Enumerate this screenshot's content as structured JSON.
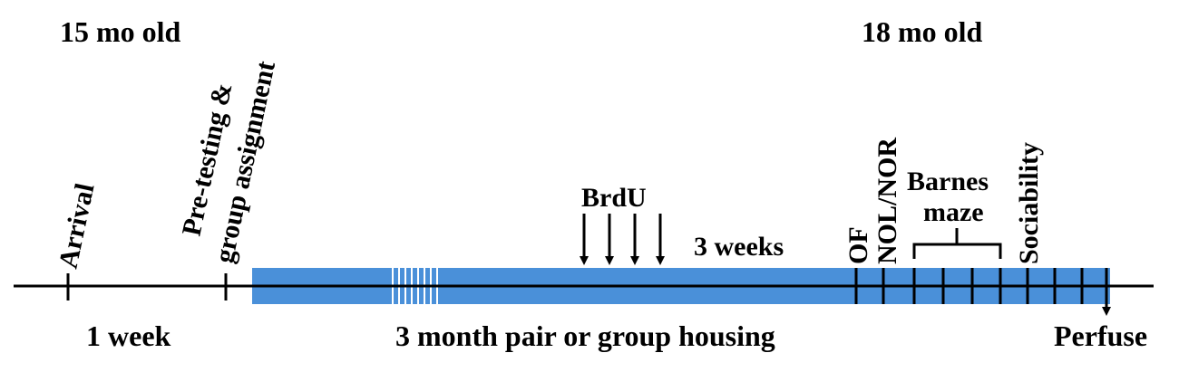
{
  "labels": {
    "start_age": "15 mo old",
    "end_age": "18 mo old",
    "arrival": "Arrival",
    "pretesting_line1": "Pre-testing &",
    "pretesting_line2": "group assignment",
    "brdu": "BrdU",
    "three_weeks": "3 weeks",
    "of": "OF",
    "nol_nor": "NOL/NOR",
    "barnes_line1": "Barnes",
    "barnes_line2": "maze",
    "sociability": "Sociability",
    "one_week": "1 week",
    "housing": "3 month pair or group housing",
    "perfuse": "Perfuse"
  },
  "colors": {
    "housing_bar": "#4a90d9",
    "line": "#000000",
    "text": "#000000"
  }
}
